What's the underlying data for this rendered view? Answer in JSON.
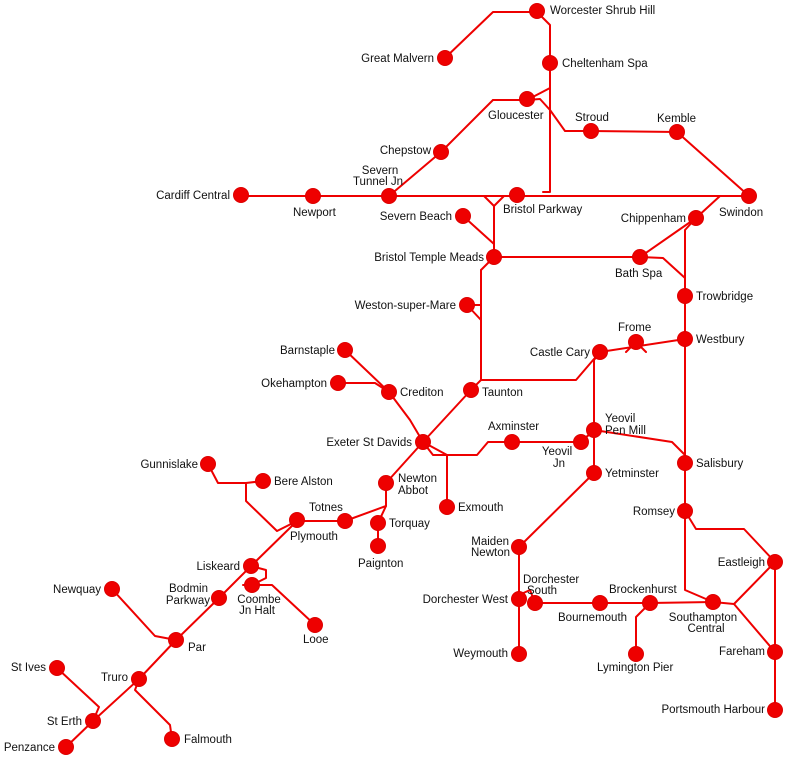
{
  "colors": {
    "line": "#ee0000",
    "station": "#ee0000",
    "label": "#111111",
    "background": "#ffffff"
  },
  "stations": {
    "worcester": "Worcester Shrub Hill",
    "great_malvern": "Great Malvern",
    "cheltenham": "Cheltenham Spa",
    "gloucester": "Gloucester",
    "stroud": "Stroud",
    "kemble": "Kemble",
    "chepstow": "Chepstow",
    "severn_tunnel_1": "Severn",
    "severn_tunnel_2": "Tunnel Jn",
    "cardiff": "Cardiff Central",
    "newport": "Newport",
    "bristol_parkway": "Bristol Parkway",
    "swindon": "Swindon",
    "severn_beach": "Severn Beach",
    "chippenham": "Chippenham",
    "bristol_tm": "Bristol Temple Meads",
    "bath_spa": "Bath Spa",
    "trowbridge": "Trowbridge",
    "weston": "Weston-super-Mare",
    "frome": "Frome",
    "westbury": "Westbury",
    "castle_cary": "Castle Cary",
    "barnstaple": "Barnstaple",
    "okehampton": "Okehampton",
    "crediton": "Crediton",
    "taunton": "Taunton",
    "axminster": "Axminster",
    "yeovil_pm_1": "Yeovil",
    "yeovil_pm_2": "Pen Mill",
    "exeter": "Exeter St Davids",
    "yeovil_jn_1": "Yeovil",
    "yeovil_jn_2": "Jn",
    "salisbury": "Salisbury",
    "gunnislake": "Gunnislake",
    "bere_alston": "Bere Alston",
    "newton_abbot_1": "Newton",
    "newton_abbot_2": "Abbot",
    "yetminster": "Yetminster",
    "exmouth": "Exmouth",
    "totnes": "Totnes",
    "plymouth": "Plymouth",
    "torquay": "Torquay",
    "romsey": "Romsey",
    "maiden_newton_1": "Maiden",
    "maiden_newton_2": "Newton",
    "paignton": "Paignton",
    "liskeard": "Liskeard",
    "eastleigh": "Eastleigh",
    "dorchester_s_1": "Dorchester",
    "dorchester_s_2": "South",
    "newquay": "Newquay",
    "bodmin_1": "Bodmin",
    "bodmin_2": "Parkway",
    "coombe_1": "Coombe",
    "coombe_2": "Jn Halt",
    "brockenhurst": "Brockenhurst",
    "dorchester_w": "Dorchester West",
    "bournemouth": "Bournemouth",
    "southampton_1": "Southampton",
    "southampton_2": "Central",
    "looe": "Looe",
    "par": "Par",
    "fareham": "Fareham",
    "weymouth": "Weymouth",
    "lymington": "Lymington Pier",
    "st_ives": "St Ives",
    "truro": "Truro",
    "portsmouth": "Portsmouth Harbour",
    "st_erth": "St Erth",
    "falmouth": "Falmouth",
    "penzance": "Penzance"
  }
}
